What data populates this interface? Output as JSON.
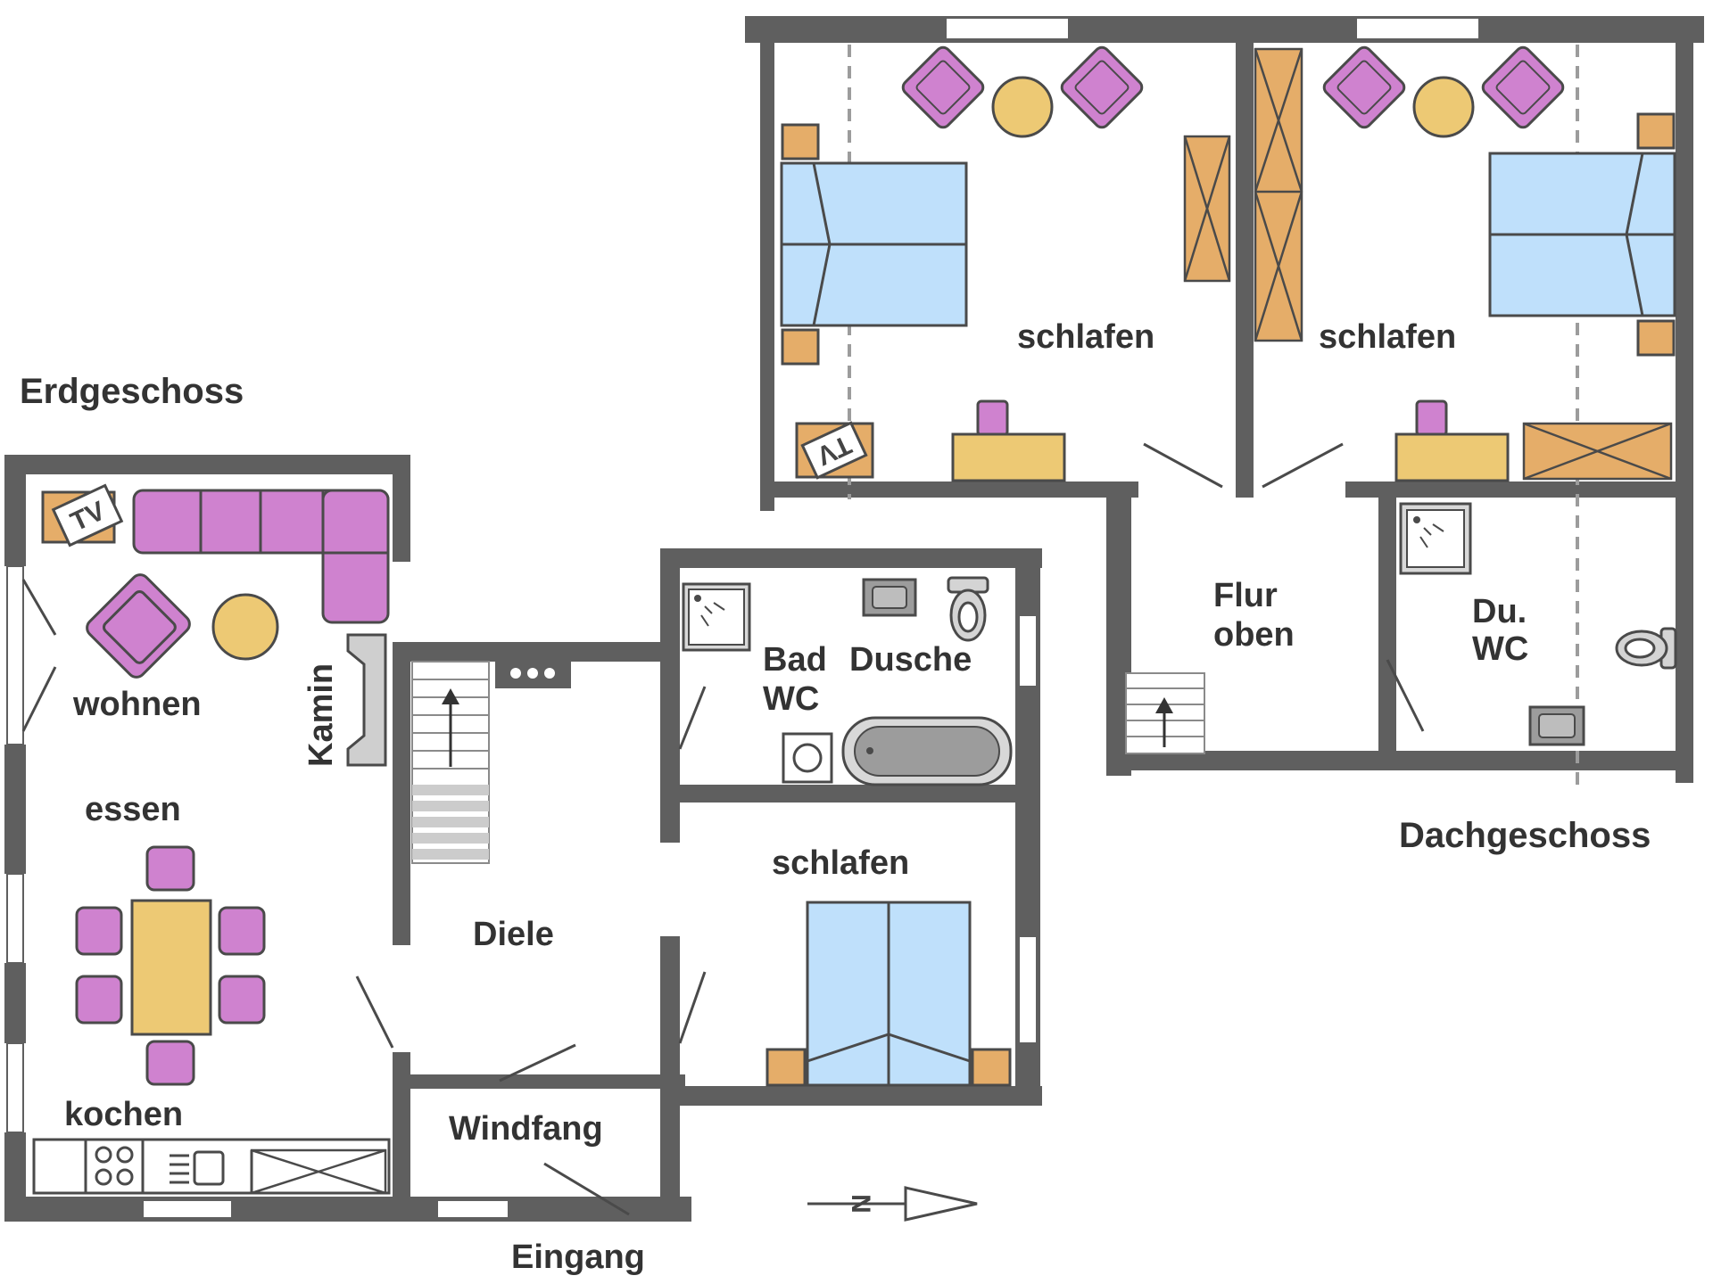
{
  "colors": {
    "wall": "#5f5f5f",
    "bed": "#bfe0fb",
    "seat": "#cf82cf",
    "table_yellow": "#edc974",
    "wood": "#e5ad69",
    "fixture_gray": "#9c9c9c",
    "stair": "#cccccc"
  },
  "labels": {
    "erdgeschoss": "Erdgeschoss",
    "dachgeschoss": "Dachgeschoss",
    "wohnen": "wohnen",
    "kamin": "Kamin",
    "essen": "essen",
    "kochen": "kochen",
    "diele": "Diele",
    "windfang": "Windfang",
    "eingang": "Eingang",
    "bad": "Bad",
    "wc": "WC",
    "dusche": "Dusche",
    "schlafen_eg": "schlafen",
    "schlafen_dg_left": "schlafen",
    "schlafen_dg_right": "schlafen",
    "flur": "Flur",
    "oben": "oben",
    "du": "Du.",
    "du_wc": "WC",
    "tv_eg": "TV",
    "tv_dg": "TV",
    "north": "N"
  },
  "icons": {
    "north_arrow": "north-arrow-icon",
    "tv": "tv-icon",
    "stairs": "stairs-icon",
    "shower": "shower-icon",
    "toilet": "toilet-icon",
    "sink": "sink-icon",
    "bathtub": "bathtub-icon",
    "stove": "stove-icon",
    "fireplace": "fireplace-icon"
  }
}
